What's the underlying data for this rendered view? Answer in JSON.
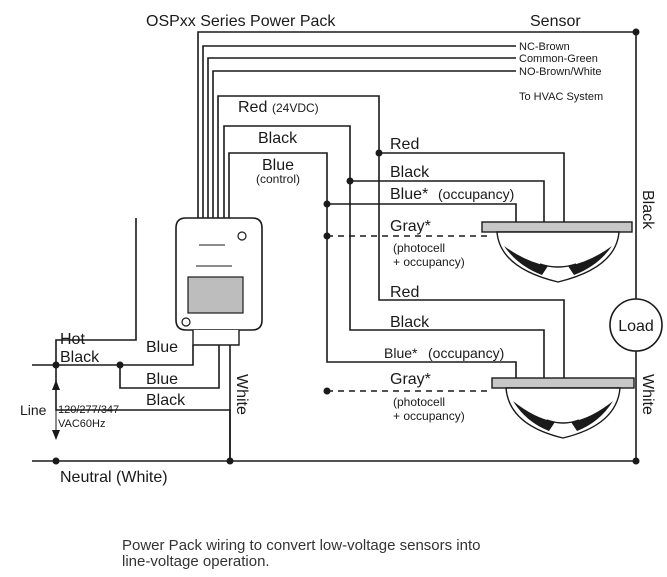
{
  "labels": {
    "power_pack_title": "OSPxx Series Power Pack",
    "sensor_title": "Sensor",
    "nc_brown": "NC-Brown",
    "common_green": "Common-Green",
    "no_brown_white": "NO-Brown/White",
    "to_hvac": "To HVAC System",
    "red_24vdc": "Red",
    "red_24vdc_sub": "(24VDC)",
    "black_mid": "Black",
    "blue_control": "Blue",
    "blue_control_sub": "(control)",
    "s1_red": "Red",
    "s1_black": "Black",
    "s1_blue": "Blue*",
    "s1_blue_sub": "(occupancy)",
    "s1_gray": "Gray*",
    "s1_gray_sub1": "(photocell",
    "s1_gray_sub2": "+ occupancy)",
    "s2_red": "Red",
    "s2_black": "Black",
    "s2_blue": "Blue*",
    "s2_blue_sub": "(occupancy)",
    "s2_gray": "Gray*",
    "s2_gray_sub1": "(photocell",
    "s2_gray_sub2": "+ occupancy)",
    "hot": "Hot",
    "hot_black": "Black",
    "pp_blue_1": "Blue",
    "pp_blue_2": "Blue",
    "pp_black": "Black",
    "white_vertical": "White",
    "line": "Line",
    "line_voltage": "120/277/347",
    "line_freq": "VAC60Hz",
    "neutral": "Neutral (White)",
    "right_black": "Black",
    "right_white": "White",
    "load": "Load"
  },
  "caption": {
    "line1": "Power Pack wiring to convert low-voltage sensors into",
    "line2": "line-voltage operation."
  }
}
